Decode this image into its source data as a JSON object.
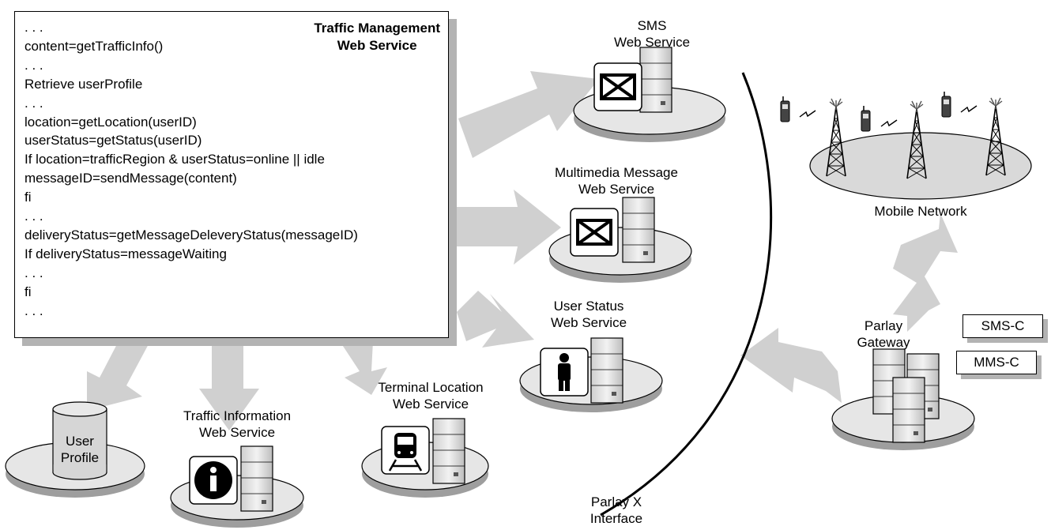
{
  "code_box": {
    "title_line1": "Traffic Management",
    "title_line2": "Web Service",
    "lines": [
      ". . .",
      "content=getTrafficInfo()",
      ". . .",
      "Retrieve userProfile",
      ". . .",
      "location=getLocation(userID)",
      "userStatus=getStatus(userID)",
      "If location=trafficRegion & userStatus=online || idle",
      "messageID=sendMessage(content)",
      "fi",
      ". . .",
      "deliveryStatus=getMessageDeleveryStatus(messageID)",
      "If deliveryStatus=messageWaiting",
      ". . .",
      "fi",
      ". . ."
    ]
  },
  "services": {
    "sms": {
      "line1": "SMS",
      "line2": "Web Service",
      "icon": "envelope-icon"
    },
    "mms": {
      "line1": "Multimedia Message",
      "line2": "Web Service",
      "icon": "envelope-icon"
    },
    "user_status": {
      "line1": "User Status",
      "line2": "Web Service",
      "icon": "person-icon"
    },
    "terminal_location": {
      "line1": "Terminal Location",
      "line2": "Web Service",
      "icon": "train-icon"
    },
    "traffic_info": {
      "line1": "Traffic Information",
      "line2": "Web Service",
      "icon": "info-icon"
    },
    "user_profile": {
      "line1": "User",
      "line2": "Profile",
      "icon": "database-icon"
    }
  },
  "mobile_network": {
    "label": "Mobile Network"
  },
  "parlay_gateway": {
    "line1": "Parlay",
    "line2": "Gateway"
  },
  "sms_c": "SMS-C",
  "mms_c": "MMS-C",
  "parlay_x": {
    "line1": "Parlay X",
    "line2": "Interface"
  },
  "colors": {
    "arrow": "#d0d0d0",
    "platform": "#e6e6e6",
    "server": "#dcdcdc",
    "shadow": "#b3b3b3"
  }
}
